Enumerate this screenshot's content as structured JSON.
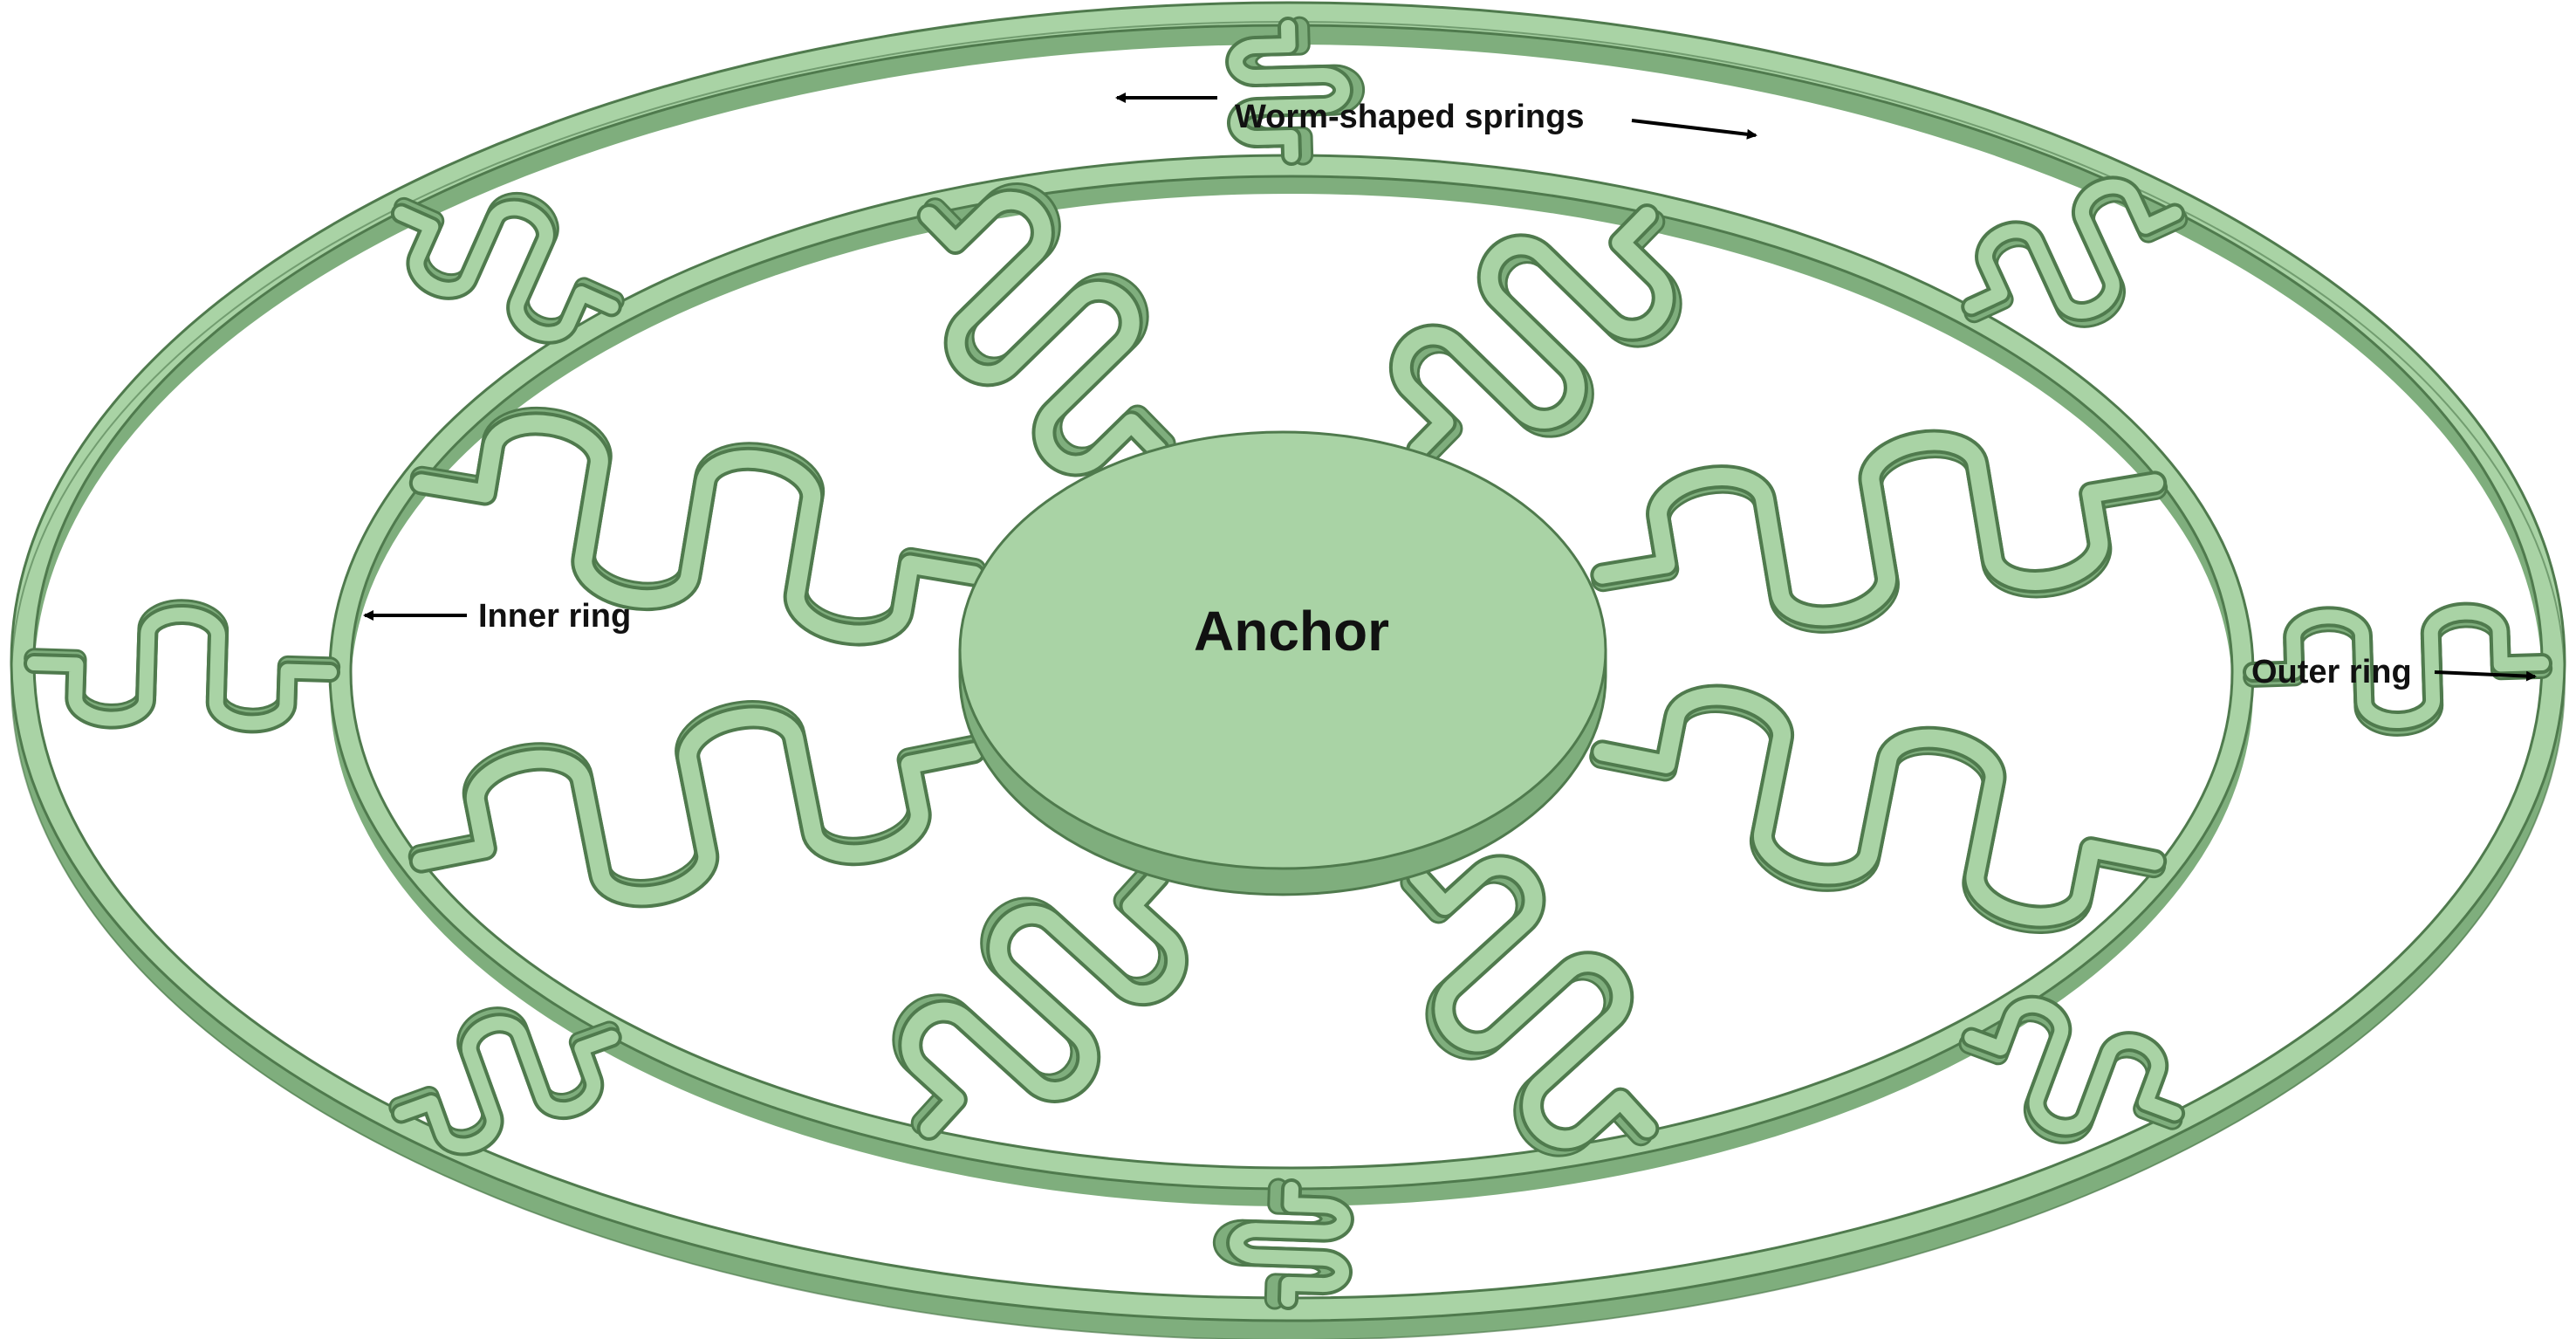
{
  "labels": {
    "anchor": "Anchor",
    "springs": "Worm-shaped springs",
    "inner_ring": "Inner ring",
    "outer_ring": "Outer ring"
  },
  "colors": {
    "fill": "#a9d3a5",
    "side": "#7fae7d",
    "stroke": "#4f7a4d",
    "arrow": "#000000"
  },
  "structure": {
    "inner_spring_count": 8,
    "outer_spring_count": 8
  }
}
